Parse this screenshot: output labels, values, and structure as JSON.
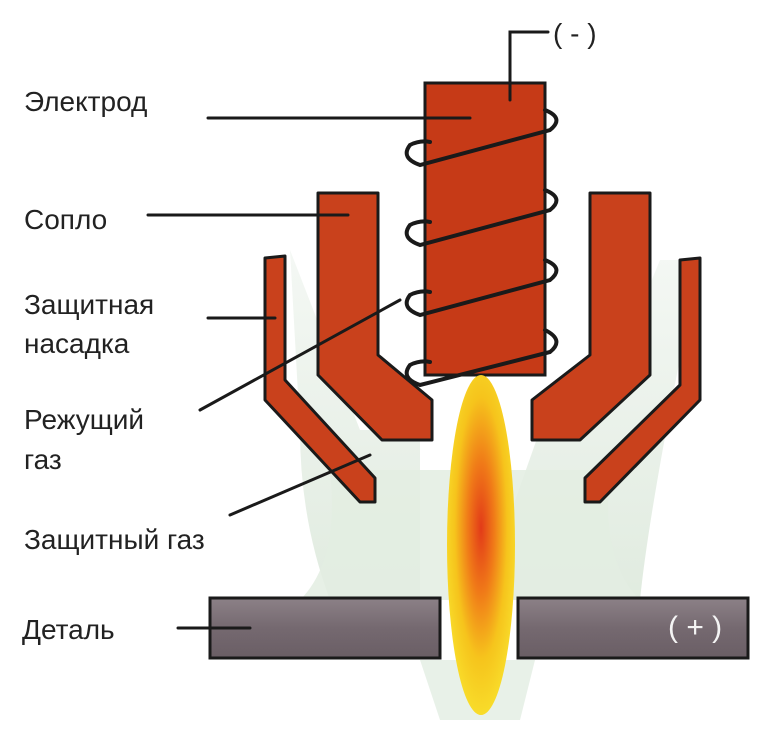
{
  "labels": {
    "electrode": "Электрод",
    "nozzle": "Сопло",
    "shield_cap_line1": "Защитная",
    "shield_cap_line2": "насадка",
    "cutting_gas_line1": "Режущий",
    "cutting_gas_line2": "газ",
    "shield_gas": "Защитный газ",
    "workpiece": "Деталь",
    "negative": "( - )",
    "positive": "( + )"
  },
  "colors": {
    "electrode": "#c63a17",
    "copper": "#c9411c",
    "outline": "#1a1a1a",
    "gas": "#e3eee3",
    "workpiece": "#7a6d72",
    "arc_outer": "#f7d21b",
    "arc_core": "#e8401a"
  }
}
